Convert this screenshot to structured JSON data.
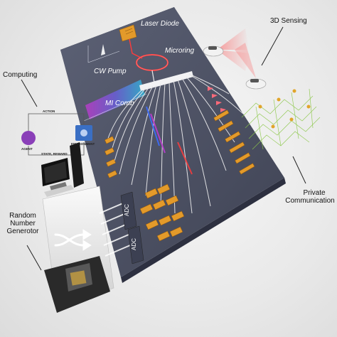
{
  "labels": {
    "laser_diode": "Laser Diode",
    "microring": "Microring",
    "cw_pump": "CW Pump",
    "mi_comb": "MI Comb",
    "sensing": "3D Sensing",
    "computing": "Computing",
    "private_line1": "Private",
    "private_line2": "Communication",
    "rng_line1": "Random",
    "rng_line2": "Number",
    "rng_line3": "Generotor",
    "adc_1": "ADC",
    "adc_2": "ADC"
  },
  "computing_loop": {
    "action": "ACTION",
    "agent": "AGENT",
    "environment": "ENVIRONMENT",
    "state_reward": "STATE, REWARD"
  },
  "colors": {
    "chip": "#4f5466",
    "chip_edge": "#2d3040",
    "waveguide": "#e8e8ea",
    "gold": "#e39a2a",
    "laser_red": "#e33a3a",
    "agent_purple": "#8a3fb8",
    "env_blue": "#3a6fc4"
  }
}
